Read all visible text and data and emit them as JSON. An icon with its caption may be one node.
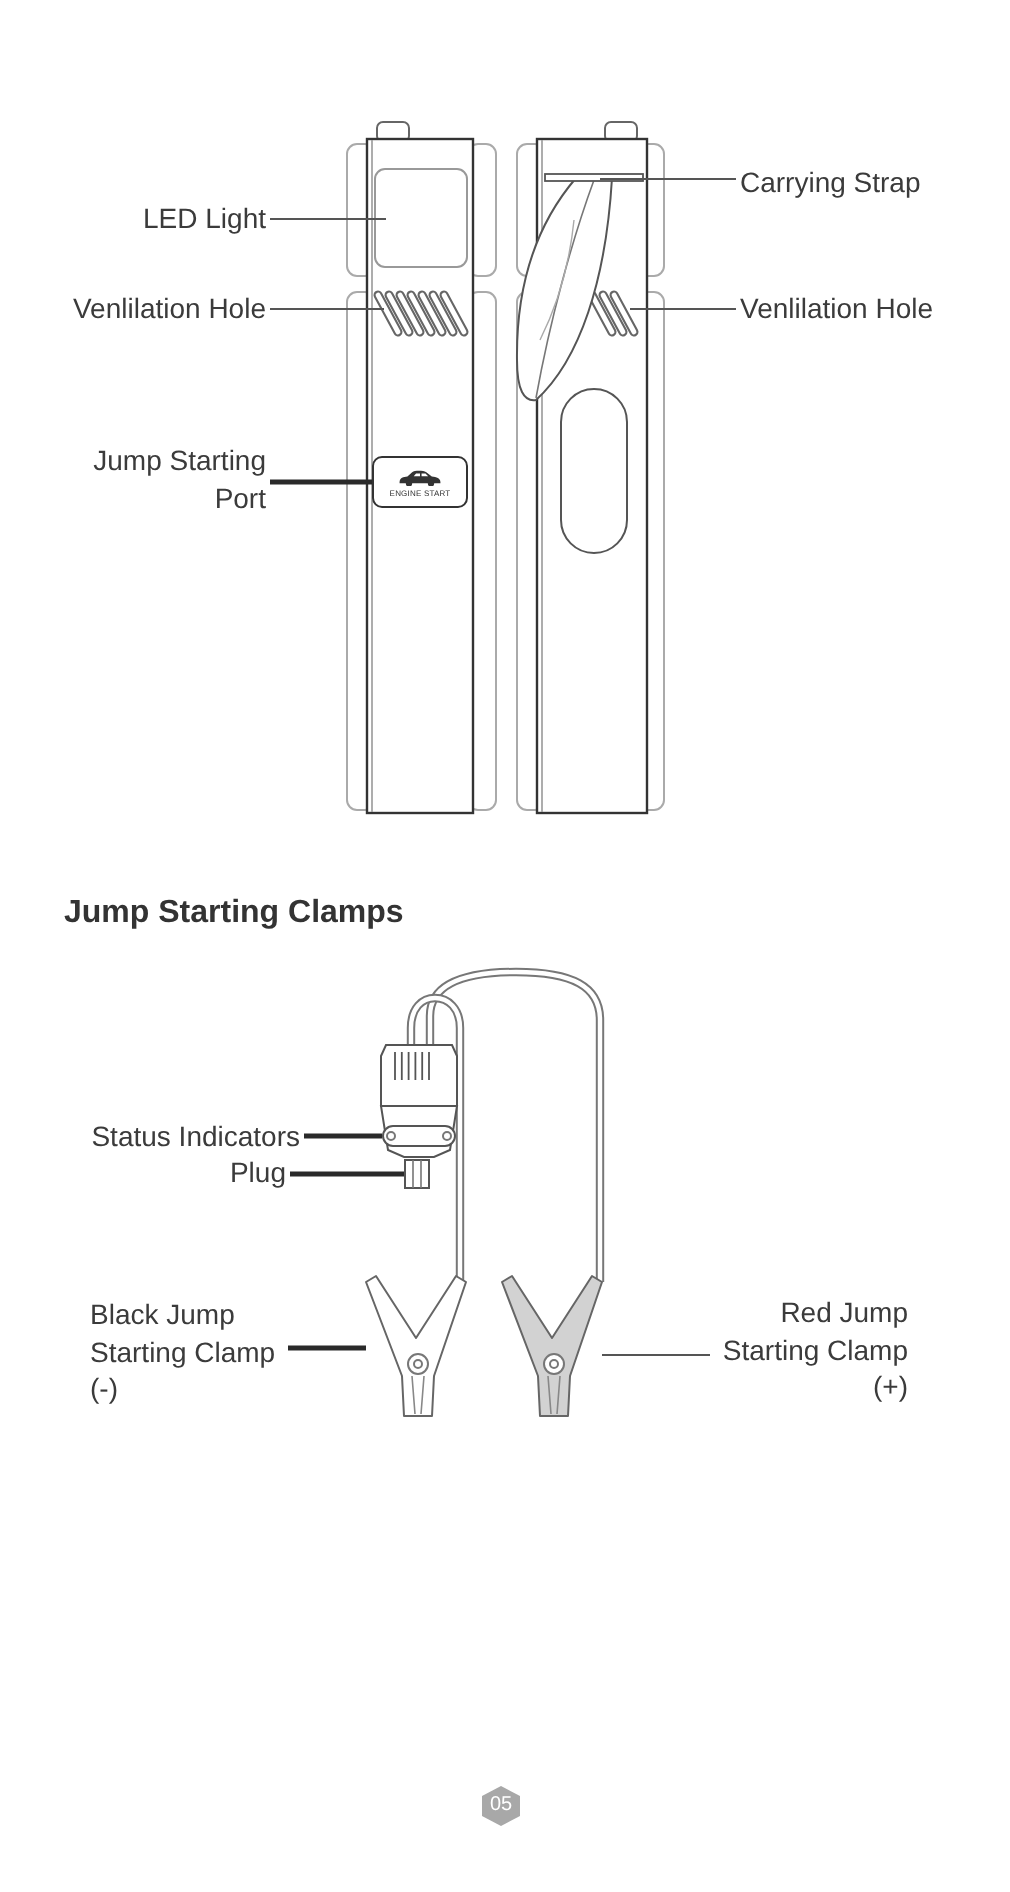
{
  "diagram": {
    "nodes": [
      {
        "text": [
          "LED Light"
        ]
      },
      {
        "text": [
          "Carrying Strap"
        ]
      },
      {
        "text": [
          "Venlilation Hole"
        ]
      },
      {
        "text": [
          "Venlilation Hole"
        ]
      },
      {
        "text": [
          "Jump Starting Port"
        ]
      },
      {
        "text": [
          "ENGINE START"
        ]
      },
      {
        "text": [
          "Status Indicators"
        ]
      },
      {
        "text": [
          "Plug"
        ]
      },
      {
        "text": [
          "Black Jump Starting Clamp (-)"
        ]
      },
      {
        "text": [],
        "shape": "picture"
      },
      {
        "text": [],
        "shape": "picture"
      },
      {
        "text": [
          "Red Jump Starting Clamp (+)"
        ]
      }
    ],
    "edges": [
      {
        "from": 0,
        "to": null,
        "arrow": "none"
      },
      {
        "from": 1,
        "to": null,
        "arrow": "none"
      },
      {
        "from": 2,
        "to": null,
        "arrow": "none"
      },
      {
        "from": 3,
        "to": null,
        "arrow": "none"
      },
      {
        "from": 4,
        "to": 5,
        "arrow": "none",
        "style": "thick"
      },
      {
        "from": 6,
        "to": null,
        "arrow": "none",
        "style": "thick"
      },
      {
        "from": 7,
        "to": null,
        "arrow": "none",
        "style": "thick"
      },
      {
        "from": 8,
        "to": 9,
        "arrow": "none",
        "style": "thick"
      },
      {
        "from": 11,
        "to": 10,
        "arrow": "none"
      }
    ],
    "labels": [
      "Jump Starting Clamps",
      "05"
    ]
  }
}
